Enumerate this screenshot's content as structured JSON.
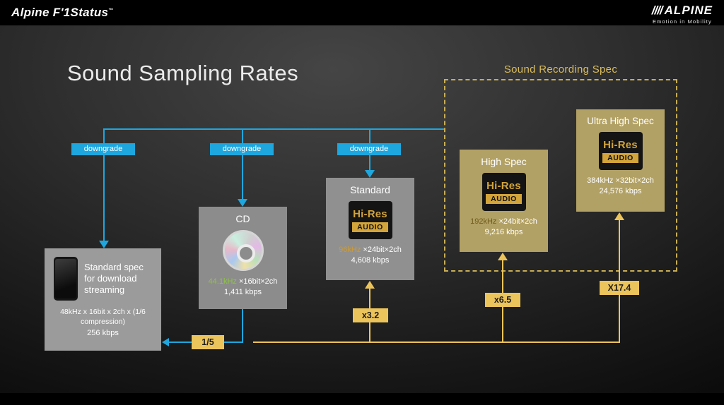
{
  "header": {
    "brand_left": "Alpine F'1Status",
    "brand_left_mark": "™",
    "brand_right_slashes": "////",
    "brand_right": "ALPINE",
    "tagline": "Emotion in Mobility"
  },
  "title": "Sound Sampling Rates",
  "recording_spec": {
    "label": "Sound Recording Spec"
  },
  "badges": {
    "downgrade1": "downgrade",
    "downgrade2": "downgrade",
    "downgrade3": "downgrade",
    "fraction": "1/5",
    "mult_standard": "x3.2",
    "mult_high": "x6.5",
    "mult_ultra": "X17.4"
  },
  "hires": {
    "word": "Hi-Res",
    "audio": "AUDIO"
  },
  "nodes": {
    "download": {
      "label": "Standard spec for download streaming",
      "spec": "48kHz  x 16bit x 2ch  x (1/6 compression)",
      "rate": "256 kbps"
    },
    "cd": {
      "title": "CD",
      "spec_hl": "44.1kHz",
      "spec_rest": " ×16bit×2ch",
      "rate": "1,411 kbps"
    },
    "standard": {
      "title": "Standard",
      "spec_hl": "96kHz",
      "spec_rest": " ×24bit×2ch",
      "rate": "4,608 kbps"
    },
    "high": {
      "title": "High Spec",
      "spec_hl": "192kHz",
      "spec_rest": " ×24bit×2ch",
      "rate": "9,216 kbps"
    },
    "ultra": {
      "title": "Ultra High Spec",
      "spec_hl": "384kHz",
      "spec_rest": " ×32bit×2ch",
      "rate": "24,576 kbps"
    }
  },
  "colors": {
    "connector_blue": "#1ea7de",
    "connector_gold": "#ecc45c",
    "box_gold": "#b2a164",
    "box_gray": "#909090",
    "dashed_border_gold": "#c9ae55",
    "hires_gold": "#d2a43a",
    "highlight_green": "#8dc63f",
    "highlight_gold": "#cf9b2f",
    "highlight_brown": "#6f5b1d"
  }
}
